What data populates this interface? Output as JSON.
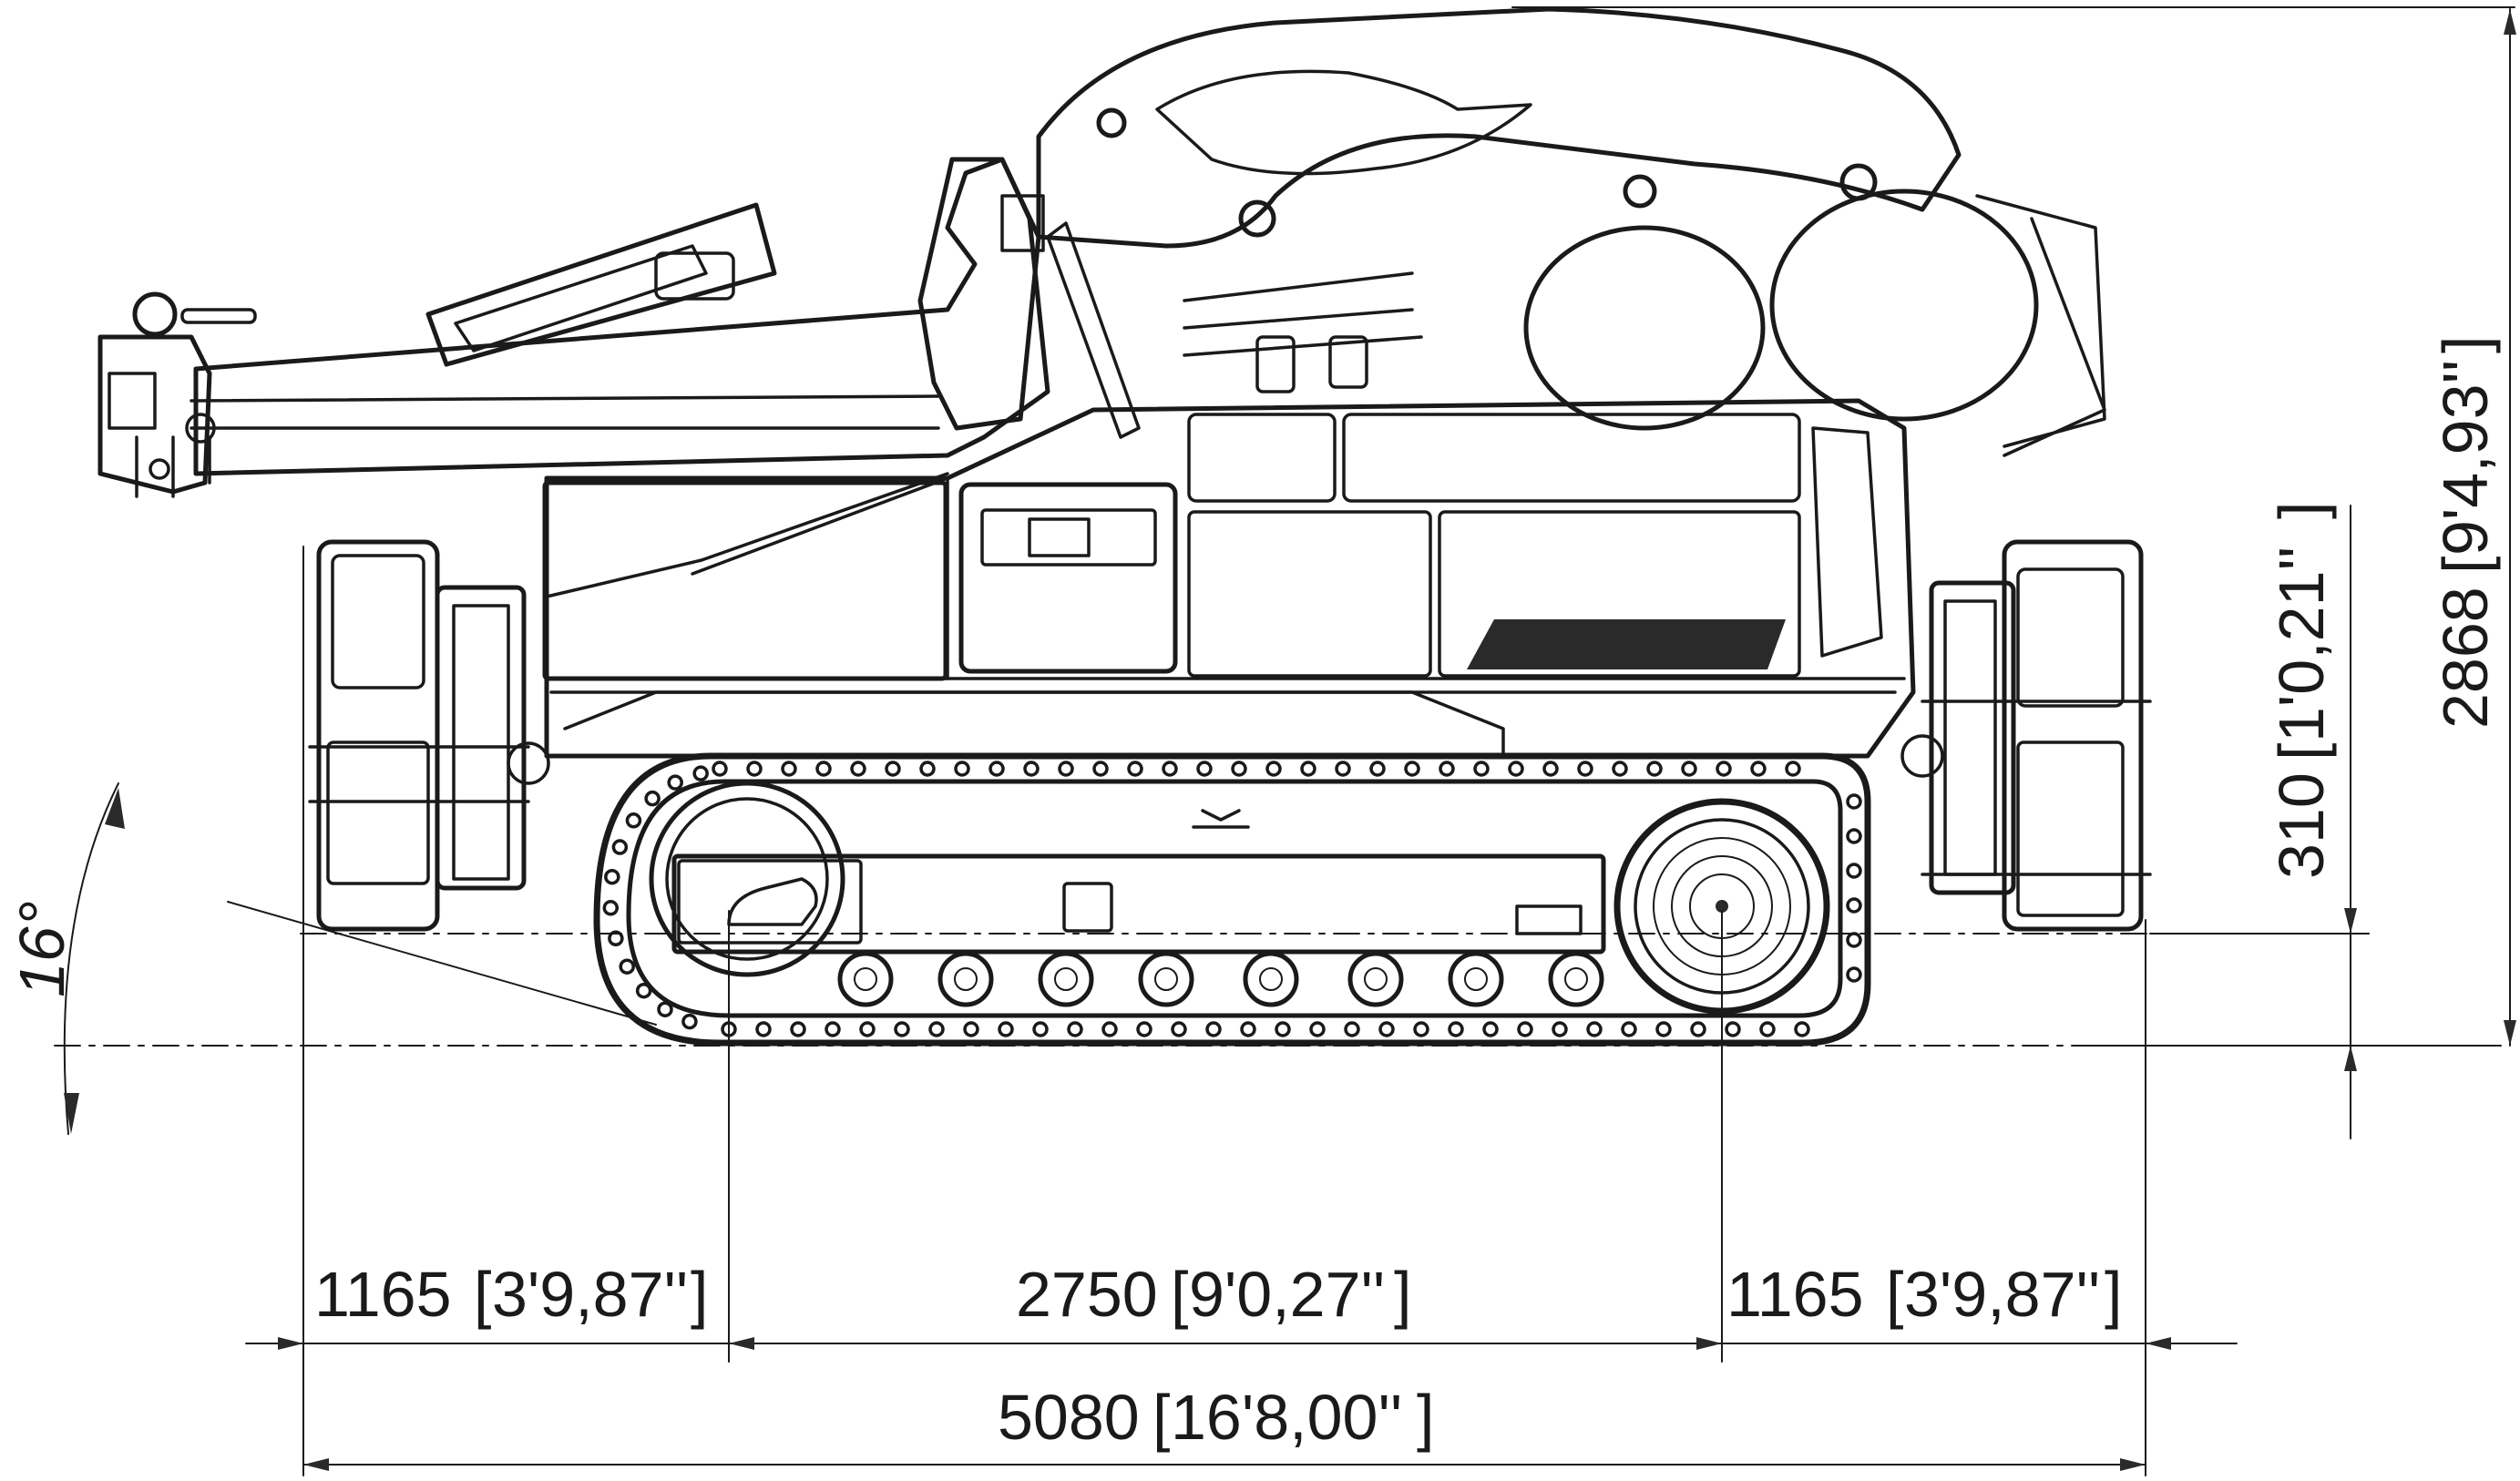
{
  "dimensions": {
    "overall_length": {
      "value": "5080",
      "imperial": "16'8,00''"
    },
    "track_center_span": {
      "value": "2750",
      "imperial": "9'0,27''"
    },
    "front_overhang": {
      "value": "1165",
      "imperial": "3'9,87''"
    },
    "rear_overhang": {
      "value": "1165",
      "imperial": "3'9,87''"
    },
    "overall_height": {
      "value": "2868",
      "imperial": "9'4,93''"
    },
    "ground_clearance": {
      "value": "310",
      "imperial": "1'0,21''"
    },
    "approach_angle": {
      "value": "16°"
    }
  },
  "colors": {
    "line": "#1a1a1a",
    "background": "#ffffff",
    "shade": "#d9d9d9"
  }
}
